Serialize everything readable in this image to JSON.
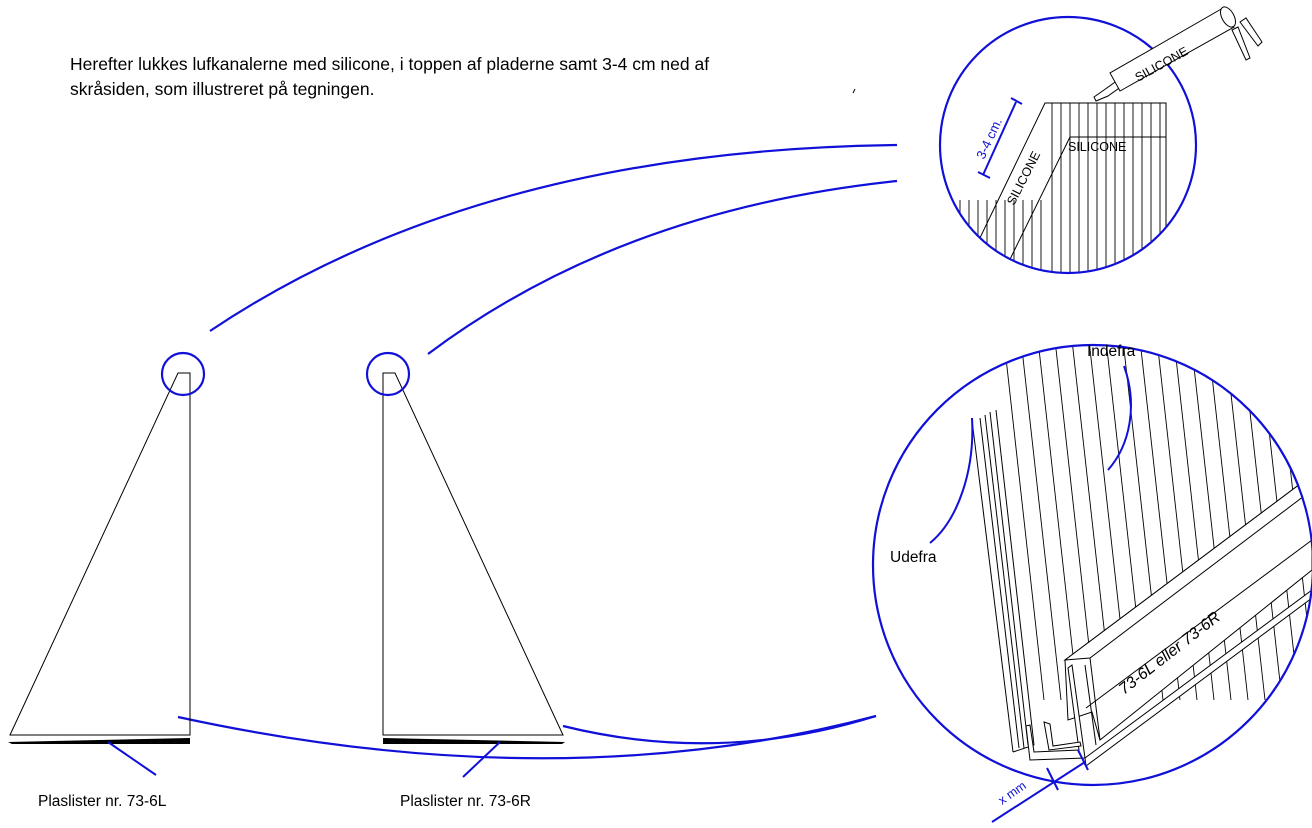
{
  "instruction": {
    "line1": "Herefter lukkes lufkanalerne med silicone, i toppen af pladerne samt 3-4 cm ned af",
    "line2": "skråsiden, som illustreret på tegningen."
  },
  "left_panel": {
    "caption": "Plaslister nr. 73-6L"
  },
  "right_panel": {
    "caption": "Plaslister nr. 73-6R"
  },
  "top_detail": {
    "gun_label": "SILICONE",
    "top_label": "SILICONE",
    "slope_label": "SILICONE",
    "dimension_label": "3-4 cm."
  },
  "bottom_detail": {
    "inside_label": "Indefra",
    "outside_label": "Udefra",
    "profile_label": "73-6L eller 73-6R",
    "dimension_label": "x mm"
  },
  "colors": {
    "highlight": "#1010d8",
    "line": "#000000"
  }
}
